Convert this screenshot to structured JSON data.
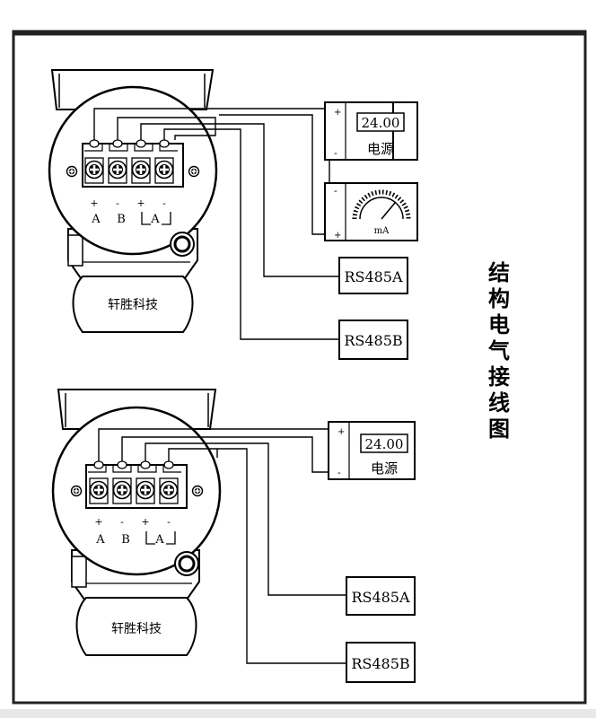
{
  "title": "结构电气接线图",
  "brand": "轩胜科技",
  "terminals": {
    "plus_a": "+",
    "minus_b": "-",
    "plus_c": "+",
    "minus_d": "-",
    "label_a": "A",
    "label_b": "B",
    "label_pair": "A"
  },
  "power_supply": {
    "display": "24.00",
    "name": "电源",
    "plus": "+",
    "minus": "-"
  },
  "ammeter": {
    "unit": "mA",
    "plus": "+",
    "minus": "-"
  },
  "rs485": {
    "a": "RS485A",
    "b": "RS485B"
  }
}
